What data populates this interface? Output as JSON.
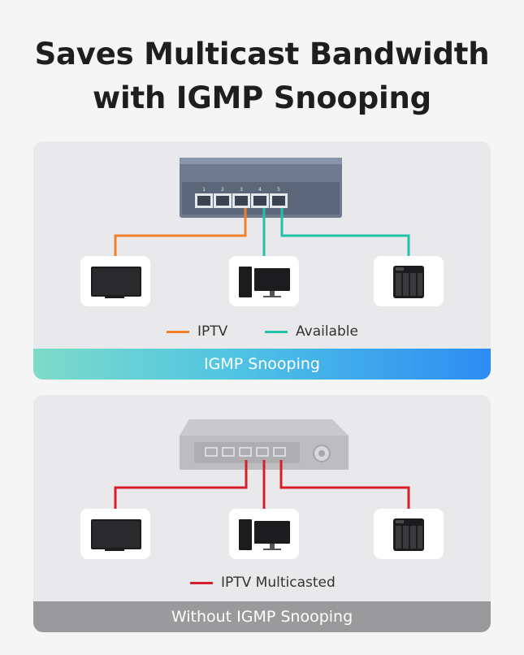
{
  "title": {
    "line1": "Saves Multicast Bandwidth",
    "line2": "with IGMP Snooping"
  },
  "panel_top": {
    "switch_port_numbers": [
      "1",
      "2",
      "3",
      "4",
      "5"
    ],
    "legend": [
      {
        "label": "IPTV",
        "color": "#f07f2a"
      },
      {
        "label": "Available",
        "color": "#22c2a8"
      }
    ],
    "banner": "IGMP Snooping",
    "devices": [
      "tv-icon",
      "desktop-computer-icon",
      "nas-server-icon"
    ]
  },
  "panel_bottom": {
    "legend": [
      {
        "label": "IPTV Multicasted",
        "color": "#d81e2c"
      }
    ],
    "banner": "Without IGMP Snooping",
    "devices": [
      "tv-icon",
      "desktop-computer-icon",
      "nas-server-icon"
    ]
  },
  "colors": {
    "orange": "#f07f2a",
    "teal": "#22c2a8",
    "red": "#d81e2c"
  }
}
